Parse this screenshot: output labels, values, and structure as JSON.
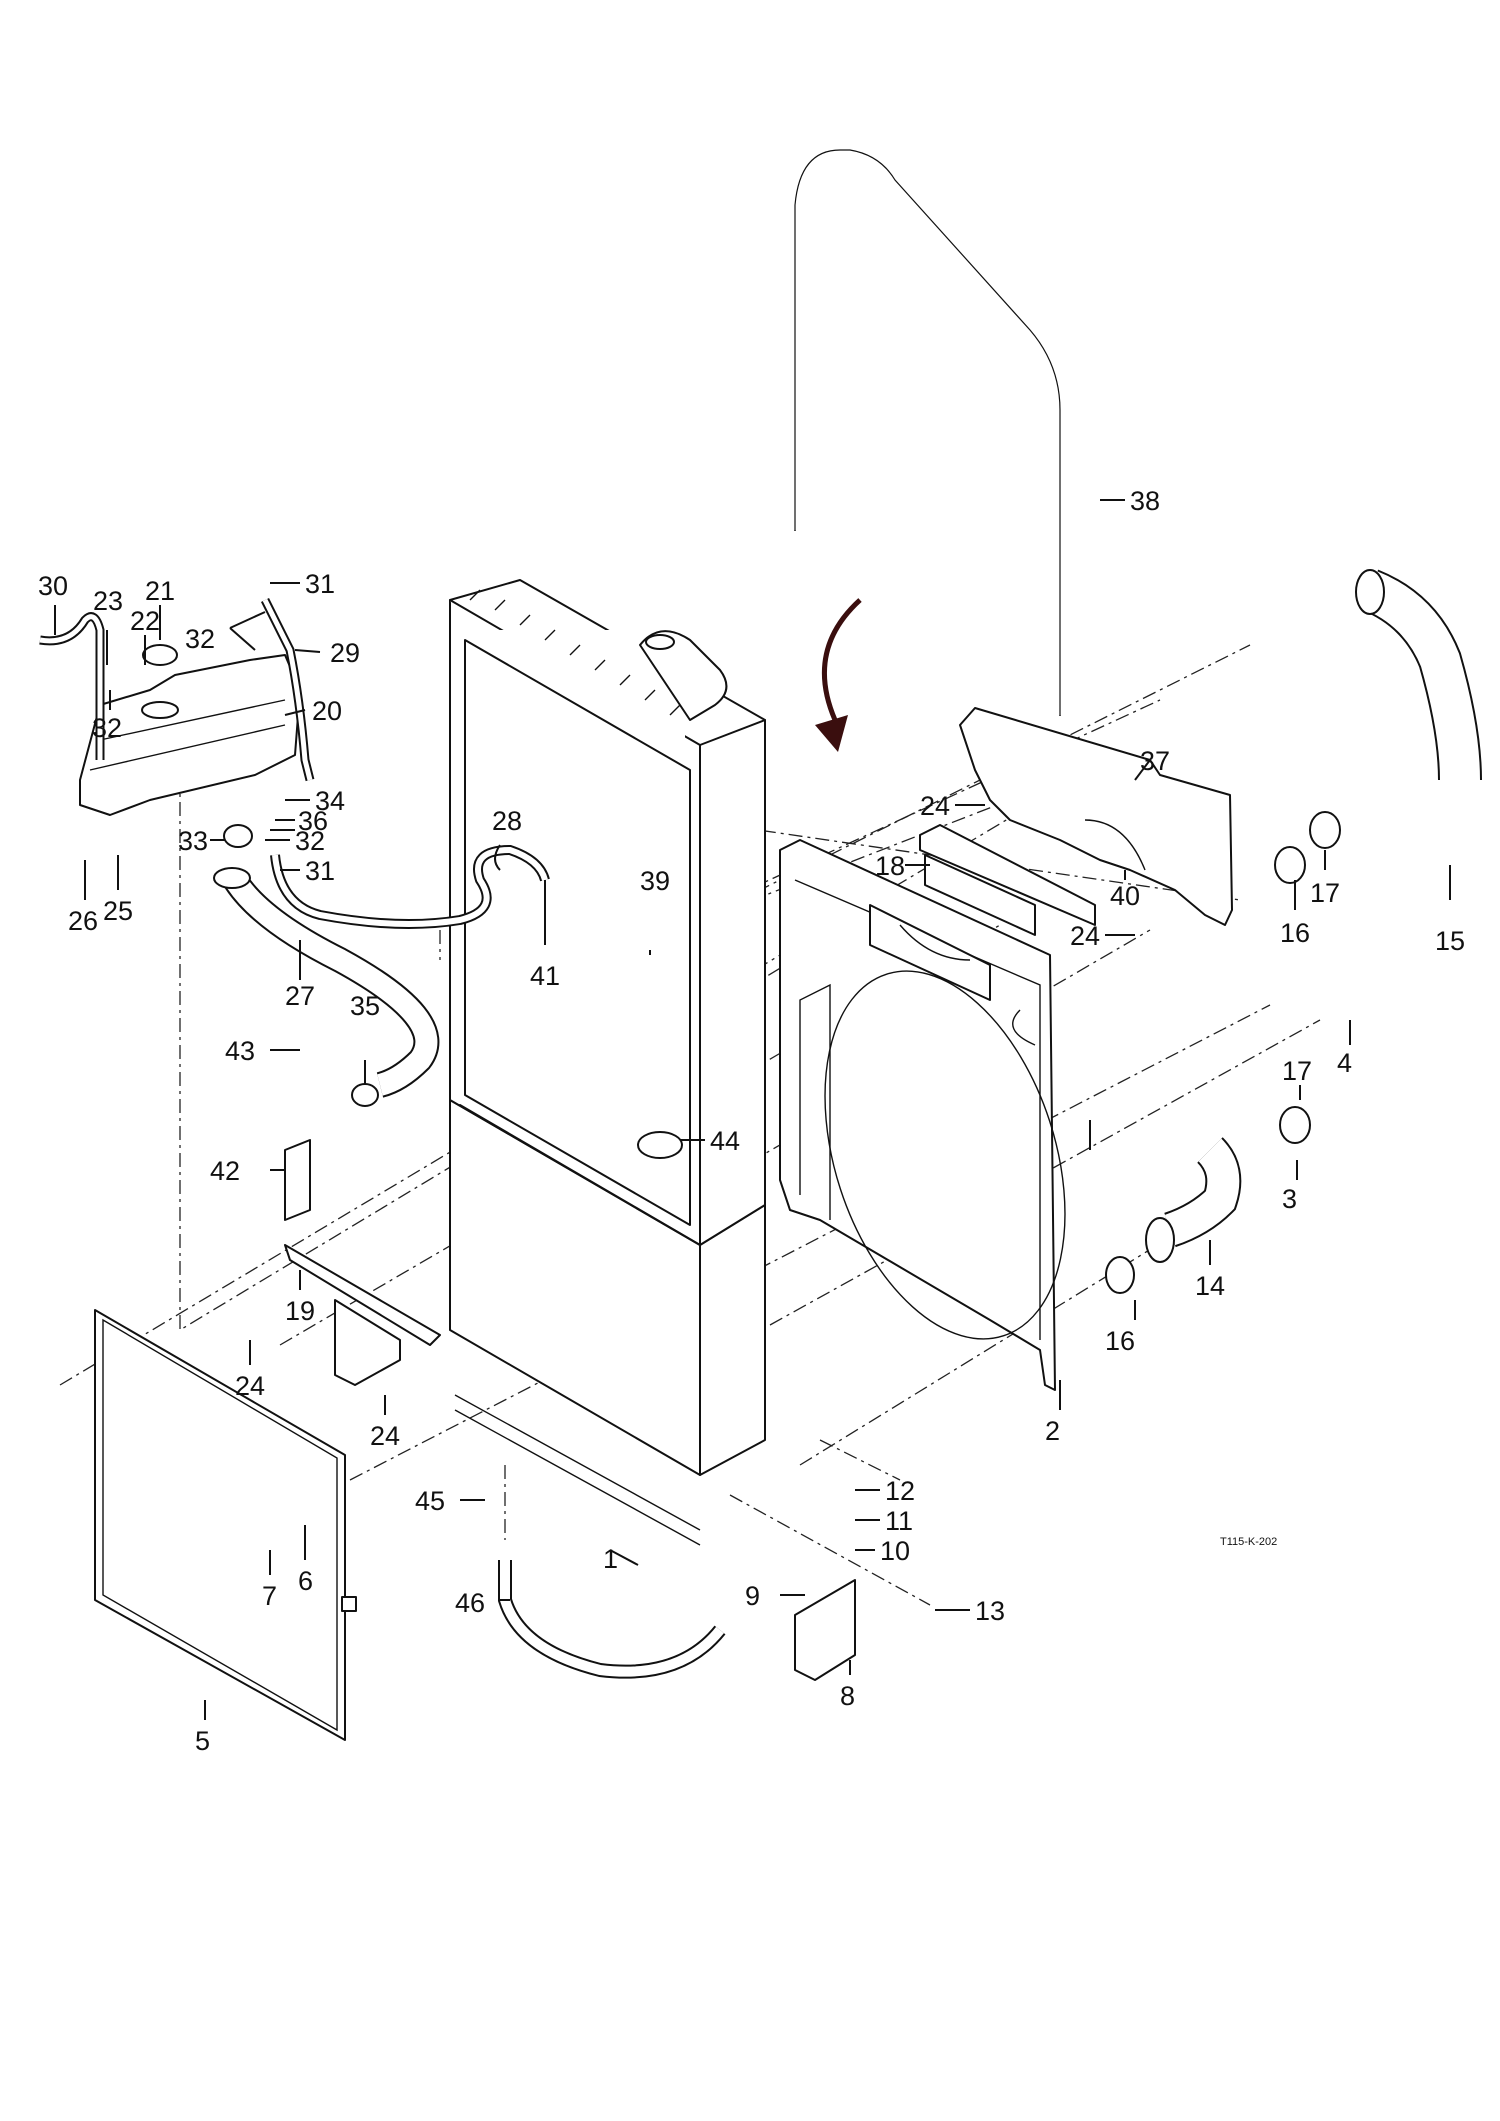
{
  "diagram": {
    "drawing_ref": "T115-K-202",
    "callouts": [
      "1",
      "2",
      "3",
      "4",
      "5",
      "6",
      "7",
      "8",
      "9",
      "10",
      "11",
      "12",
      "13",
      "14",
      "15",
      "16",
      "16",
      "17",
      "17",
      "18",
      "19",
      "20",
      "21",
      "22",
      "23",
      "24",
      "24",
      "24",
      "24",
      "25",
      "26",
      "27",
      "28",
      "29",
      "30",
      "31",
      "31",
      "32",
      "32",
      "32",
      "33",
      "34",
      "35",
      "36",
      "37",
      "38",
      "39",
      "40",
      "41",
      "42",
      "43",
      "44",
      "45",
      "46"
    ]
  }
}
